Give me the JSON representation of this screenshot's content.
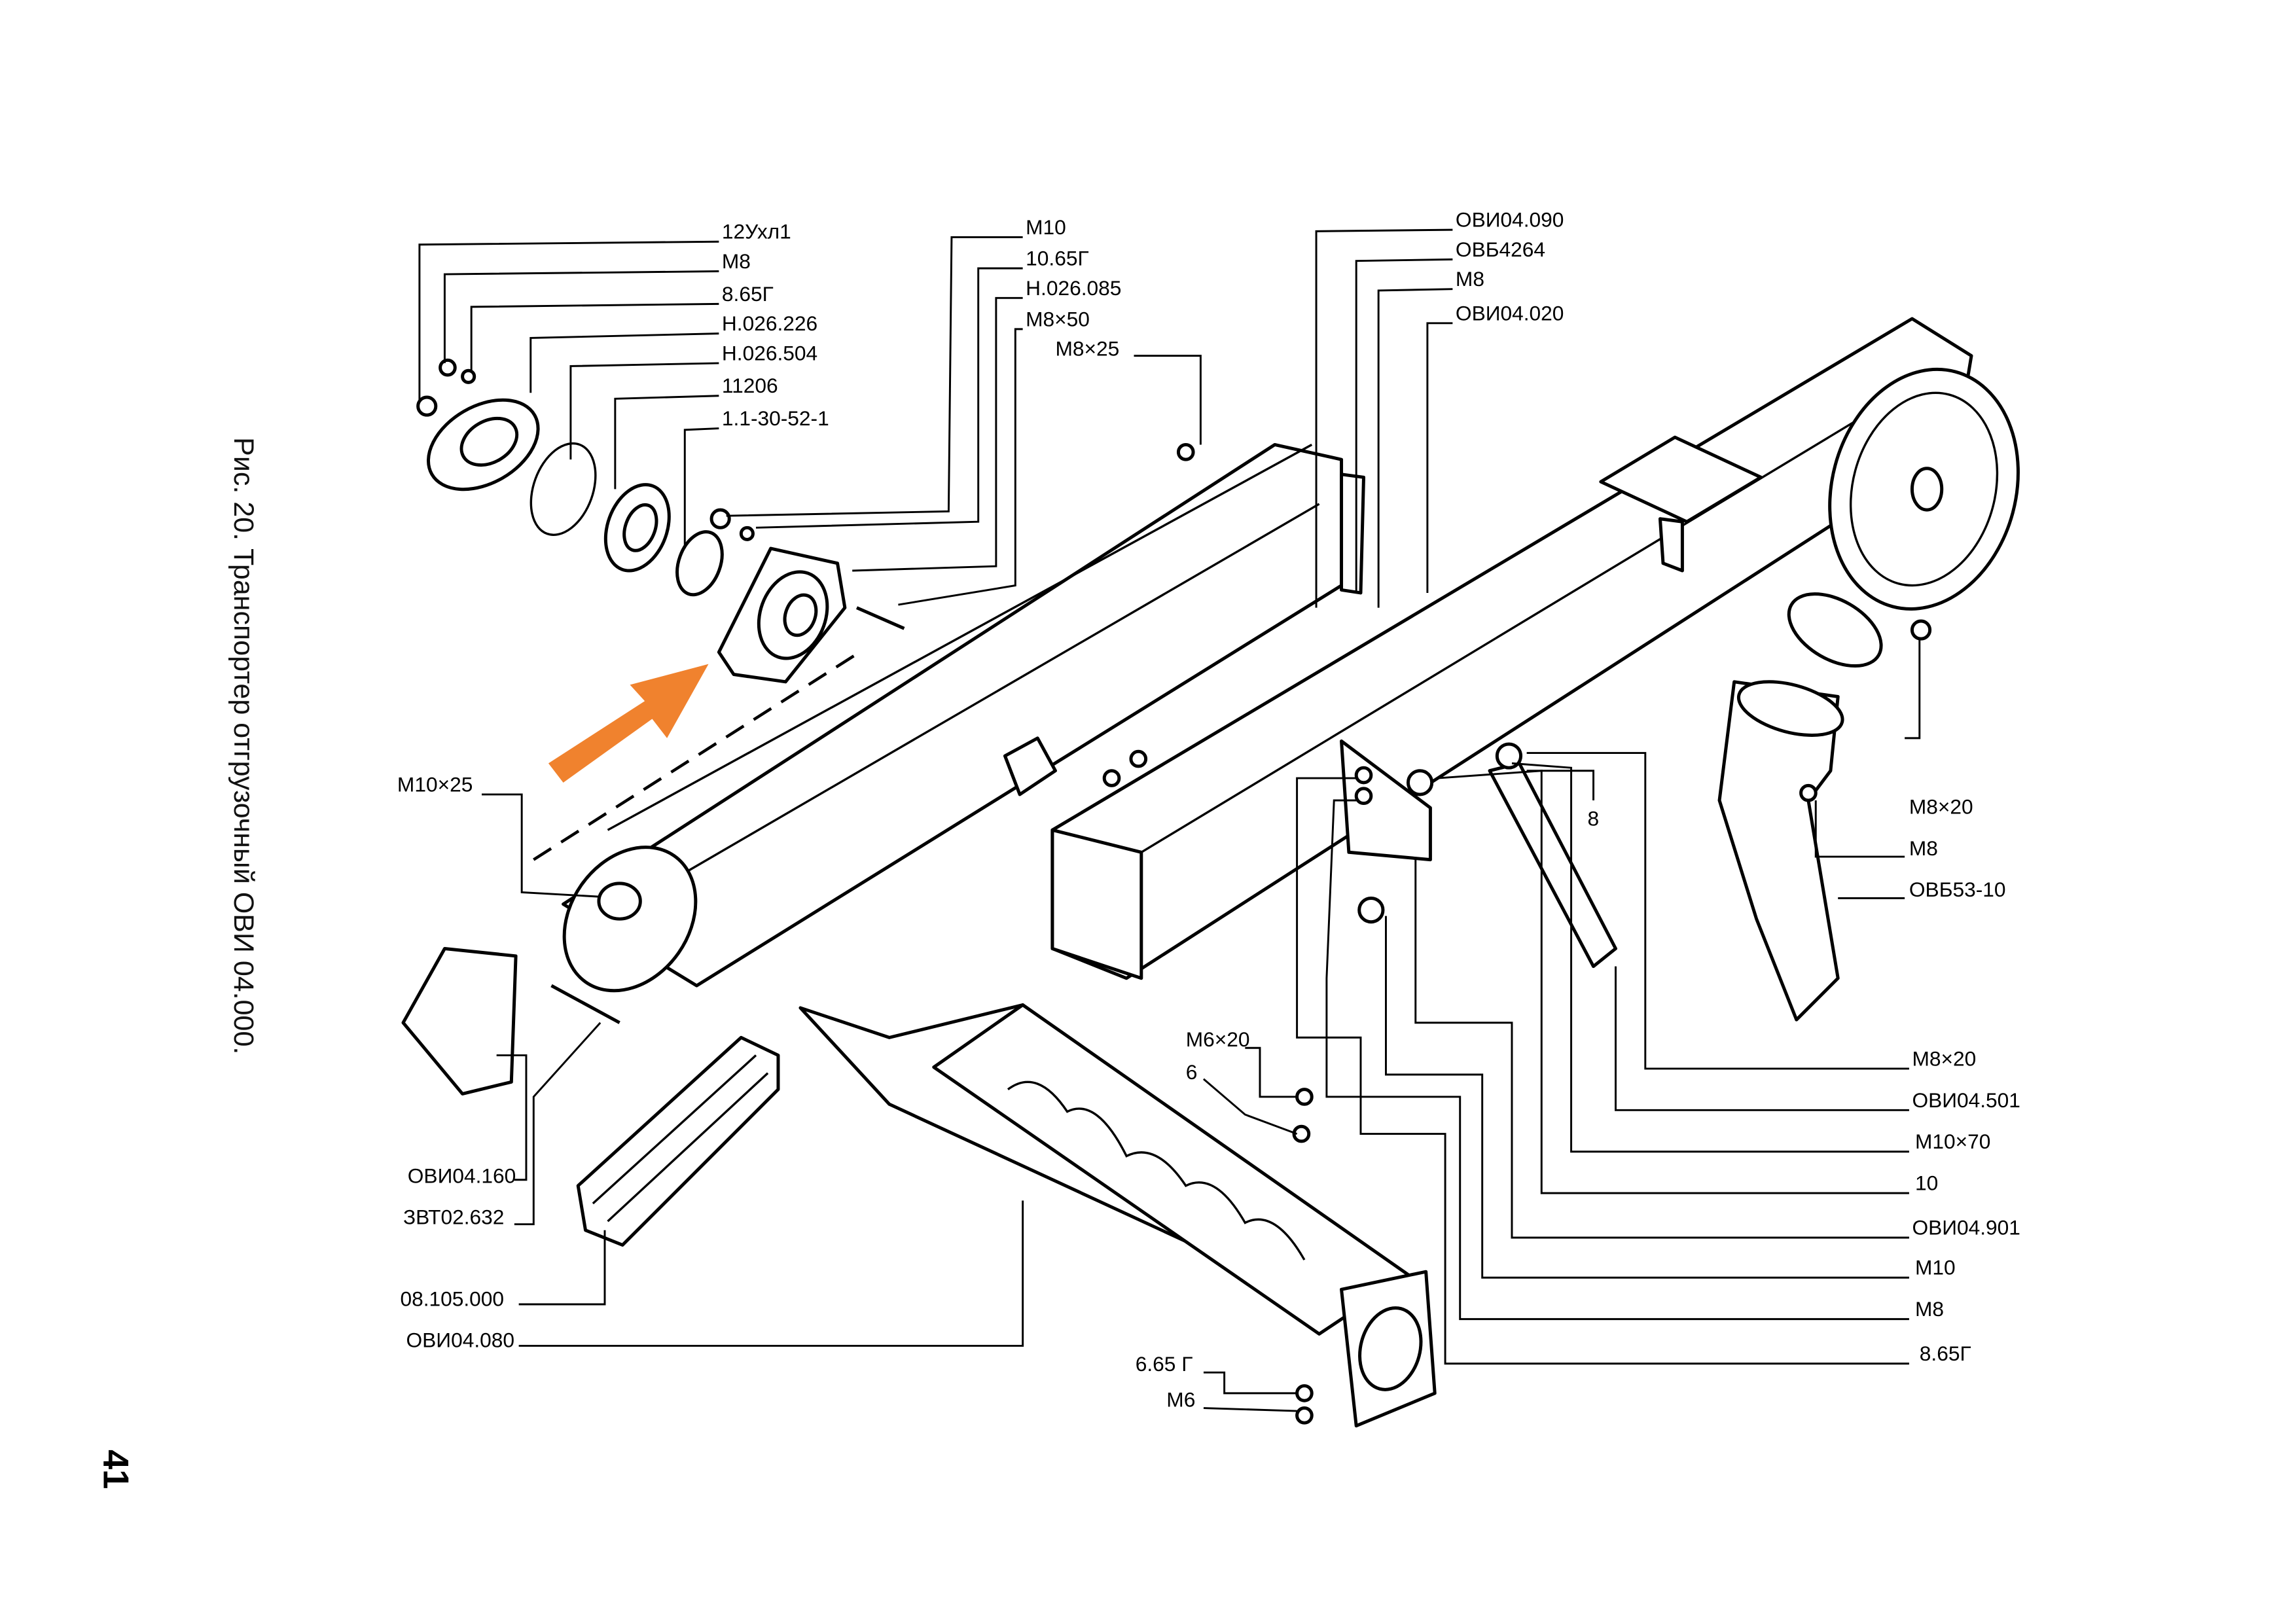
{
  "caption": "Рис. 20. Транспортер отгрузочный ОВИ 04.000.",
  "page_number": "41",
  "arrow_color": "#f0822e",
  "labels": {
    "bearing_group": [
      "12Ухл1",
      "М8",
      "8.65Г",
      "Н.026.226",
      "Н.026.504",
      "11206",
      "1.1-30-52-1"
    ],
    "housing_group": [
      "М10",
      "10.65Г",
      "Н.026.085",
      "М8×50"
    ],
    "bolt_top": "М8×25",
    "frame_group": [
      "ОВИ04.090",
      "ОВБ4264",
      "М8",
      "ОВИ04.020"
    ],
    "left_bolt": "М10×25",
    "left_lower": [
      "ОВИ04.160",
      "ЗВТ02.632",
      "08.105.000",
      "ОВИ04.080"
    ],
    "auger_bolt": [
      "М6×20",
      "6"
    ],
    "auger_nut": [
      "6.65 Г",
      "М6"
    ],
    "strut": "8",
    "spout_group": [
      "М8×20",
      "М8",
      "ОВБ53-10"
    ],
    "support_group": [
      "М8×20",
      "ОВИ04.501",
      "М10×70",
      "10",
      "ОВИ04.901",
      "М10",
      "М8",
      "8.65Г"
    ]
  }
}
